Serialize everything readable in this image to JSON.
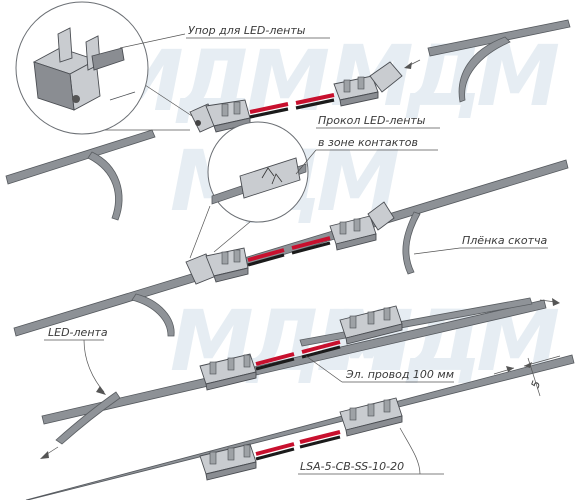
{
  "labels": {
    "stop": "Упор для LED-ленты",
    "pierce_line1": "Прокол LED-ленты",
    "pierce_line2": "в зоне контактов",
    "tape_film": "Плёнка скотча",
    "led_strip": "LED-лента",
    "wire": "Эл. провод 100 мм",
    "width": "5",
    "article": "LSA-5-CB-SS-10-20"
  },
  "watermark": "МДМ",
  "colors": {
    "wire_red": "#c8102e",
    "wire_black": "#1b1b1b",
    "strip_gray": "#8d9196",
    "connector": "#c9ccd0"
  }
}
